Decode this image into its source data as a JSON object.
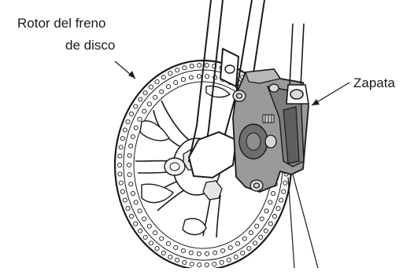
{
  "labels": {
    "rotor_line1": "Rotor del freno",
    "rotor_line2": "de disco",
    "pad": "Zapata"
  },
  "colors": {
    "ink": "#1a1a1a",
    "caliper_fill": "#9a9a9a",
    "caliper_dark": "#6e6e6e",
    "background": "#ffffff"
  }
}
